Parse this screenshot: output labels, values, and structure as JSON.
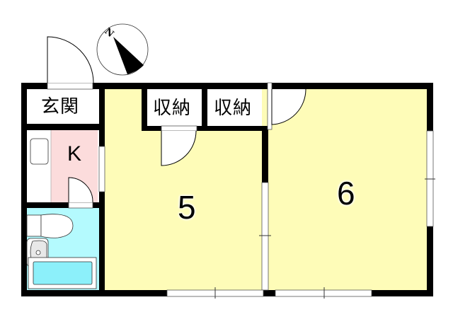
{
  "floor_plan": {
    "rooms": [
      {
        "id": "genkan",
        "label": "玄関",
        "meaning": "entrance"
      },
      {
        "id": "kitchen",
        "label": "K",
        "meaning": "kitchen"
      },
      {
        "id": "bathroom",
        "label": "",
        "meaning": "unit bath (toilet, sink, tub)"
      },
      {
        "id": "closet1",
        "label": "収納",
        "meaning": "storage"
      },
      {
        "id": "closet2",
        "label": "収納",
        "meaning": "storage"
      },
      {
        "id": "room5",
        "label": "5",
        "meaning": "5-tatami room"
      },
      {
        "id": "room6",
        "label": "6",
        "meaning": "6-tatami room"
      }
    ],
    "compass": {
      "label": "N"
    },
    "colors": {
      "wall": "#000000",
      "room_floor": "#fefcb8",
      "kitchen_floor": "#fcdcdc",
      "bath_floor": "#b4fafe",
      "tub": "#8cf0fa",
      "white": "#ffffff"
    }
  }
}
